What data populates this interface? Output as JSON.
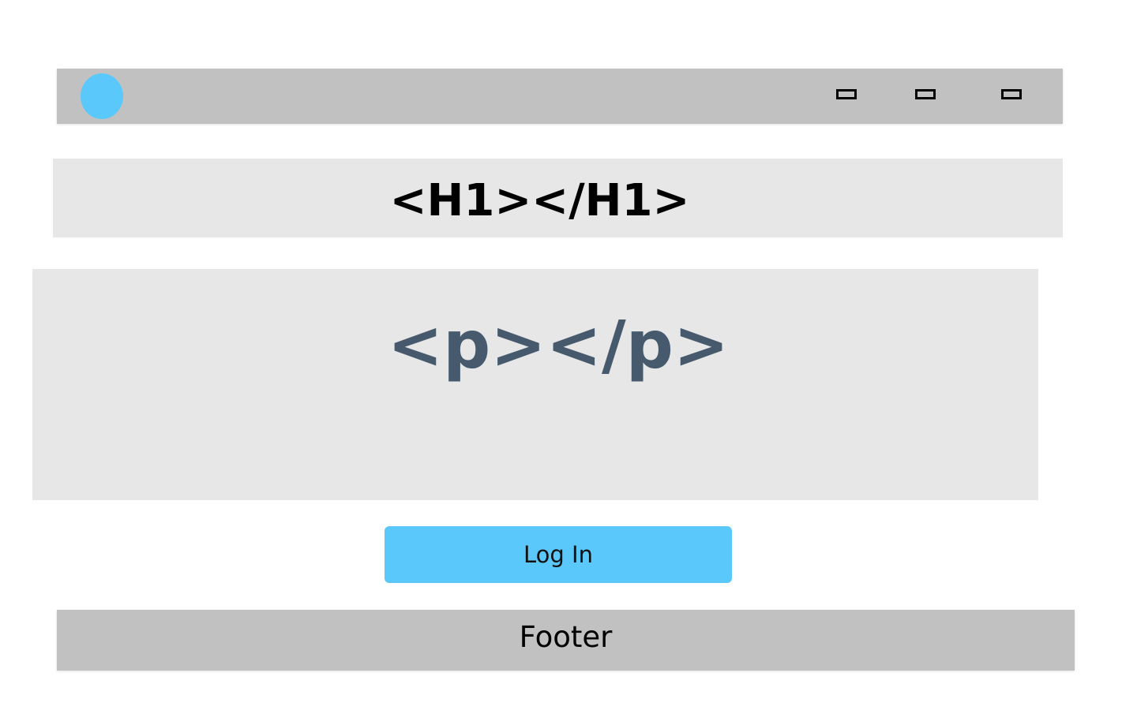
{
  "header": {
    "logo_icon": "circle-logo-icon",
    "nav_icons": [
      "rectangle-icon",
      "rectangle-icon",
      "rectangle-icon"
    ]
  },
  "heading": {
    "text": "<H1></H1>"
  },
  "content": {
    "paragraph": "<p></p>"
  },
  "actions": {
    "login_label": "Log In"
  },
  "footer": {
    "text": "Footer"
  },
  "colors": {
    "accent": "#5bc8fb",
    "bar": "#c1c1c1",
    "panel": "#e7e7e7",
    "paragraph_text": "#475a6d",
    "background": "#ffffff"
  }
}
